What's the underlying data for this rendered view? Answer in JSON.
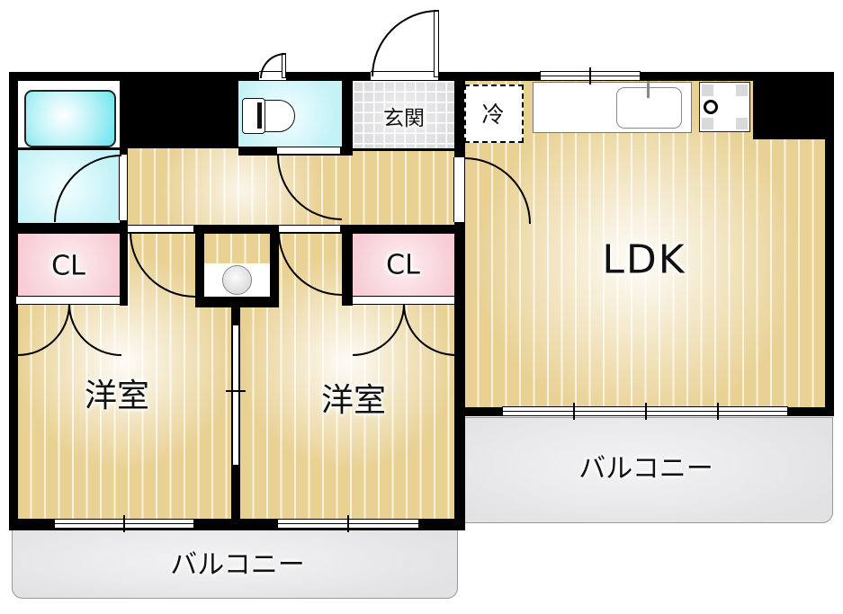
{
  "rooms": {
    "ldk": {
      "label": "LDK"
    },
    "bedroom_left": {
      "label": "洋室"
    },
    "bedroom_right": {
      "label": "洋室"
    },
    "closet_left": {
      "label": "CL"
    },
    "closet_right": {
      "label": "CL"
    },
    "entrance": {
      "label": "玄関"
    },
    "refrigerator": {
      "label": "冷"
    },
    "balcony_bottom": {
      "label": "バルコニー"
    },
    "balcony_right": {
      "label": "バルコニー"
    }
  },
  "palette": {
    "wall": "#000000",
    "wood_floor": "#e9d194",
    "wood_stripe": "#faf2dd",
    "entrance_tile": "#dcdcdf",
    "water_room": "#c3f2f7",
    "bathtub": "#68e4ee",
    "closet_pink": "#f7ccd5",
    "balcony_gray": "#e3e3e6"
  }
}
